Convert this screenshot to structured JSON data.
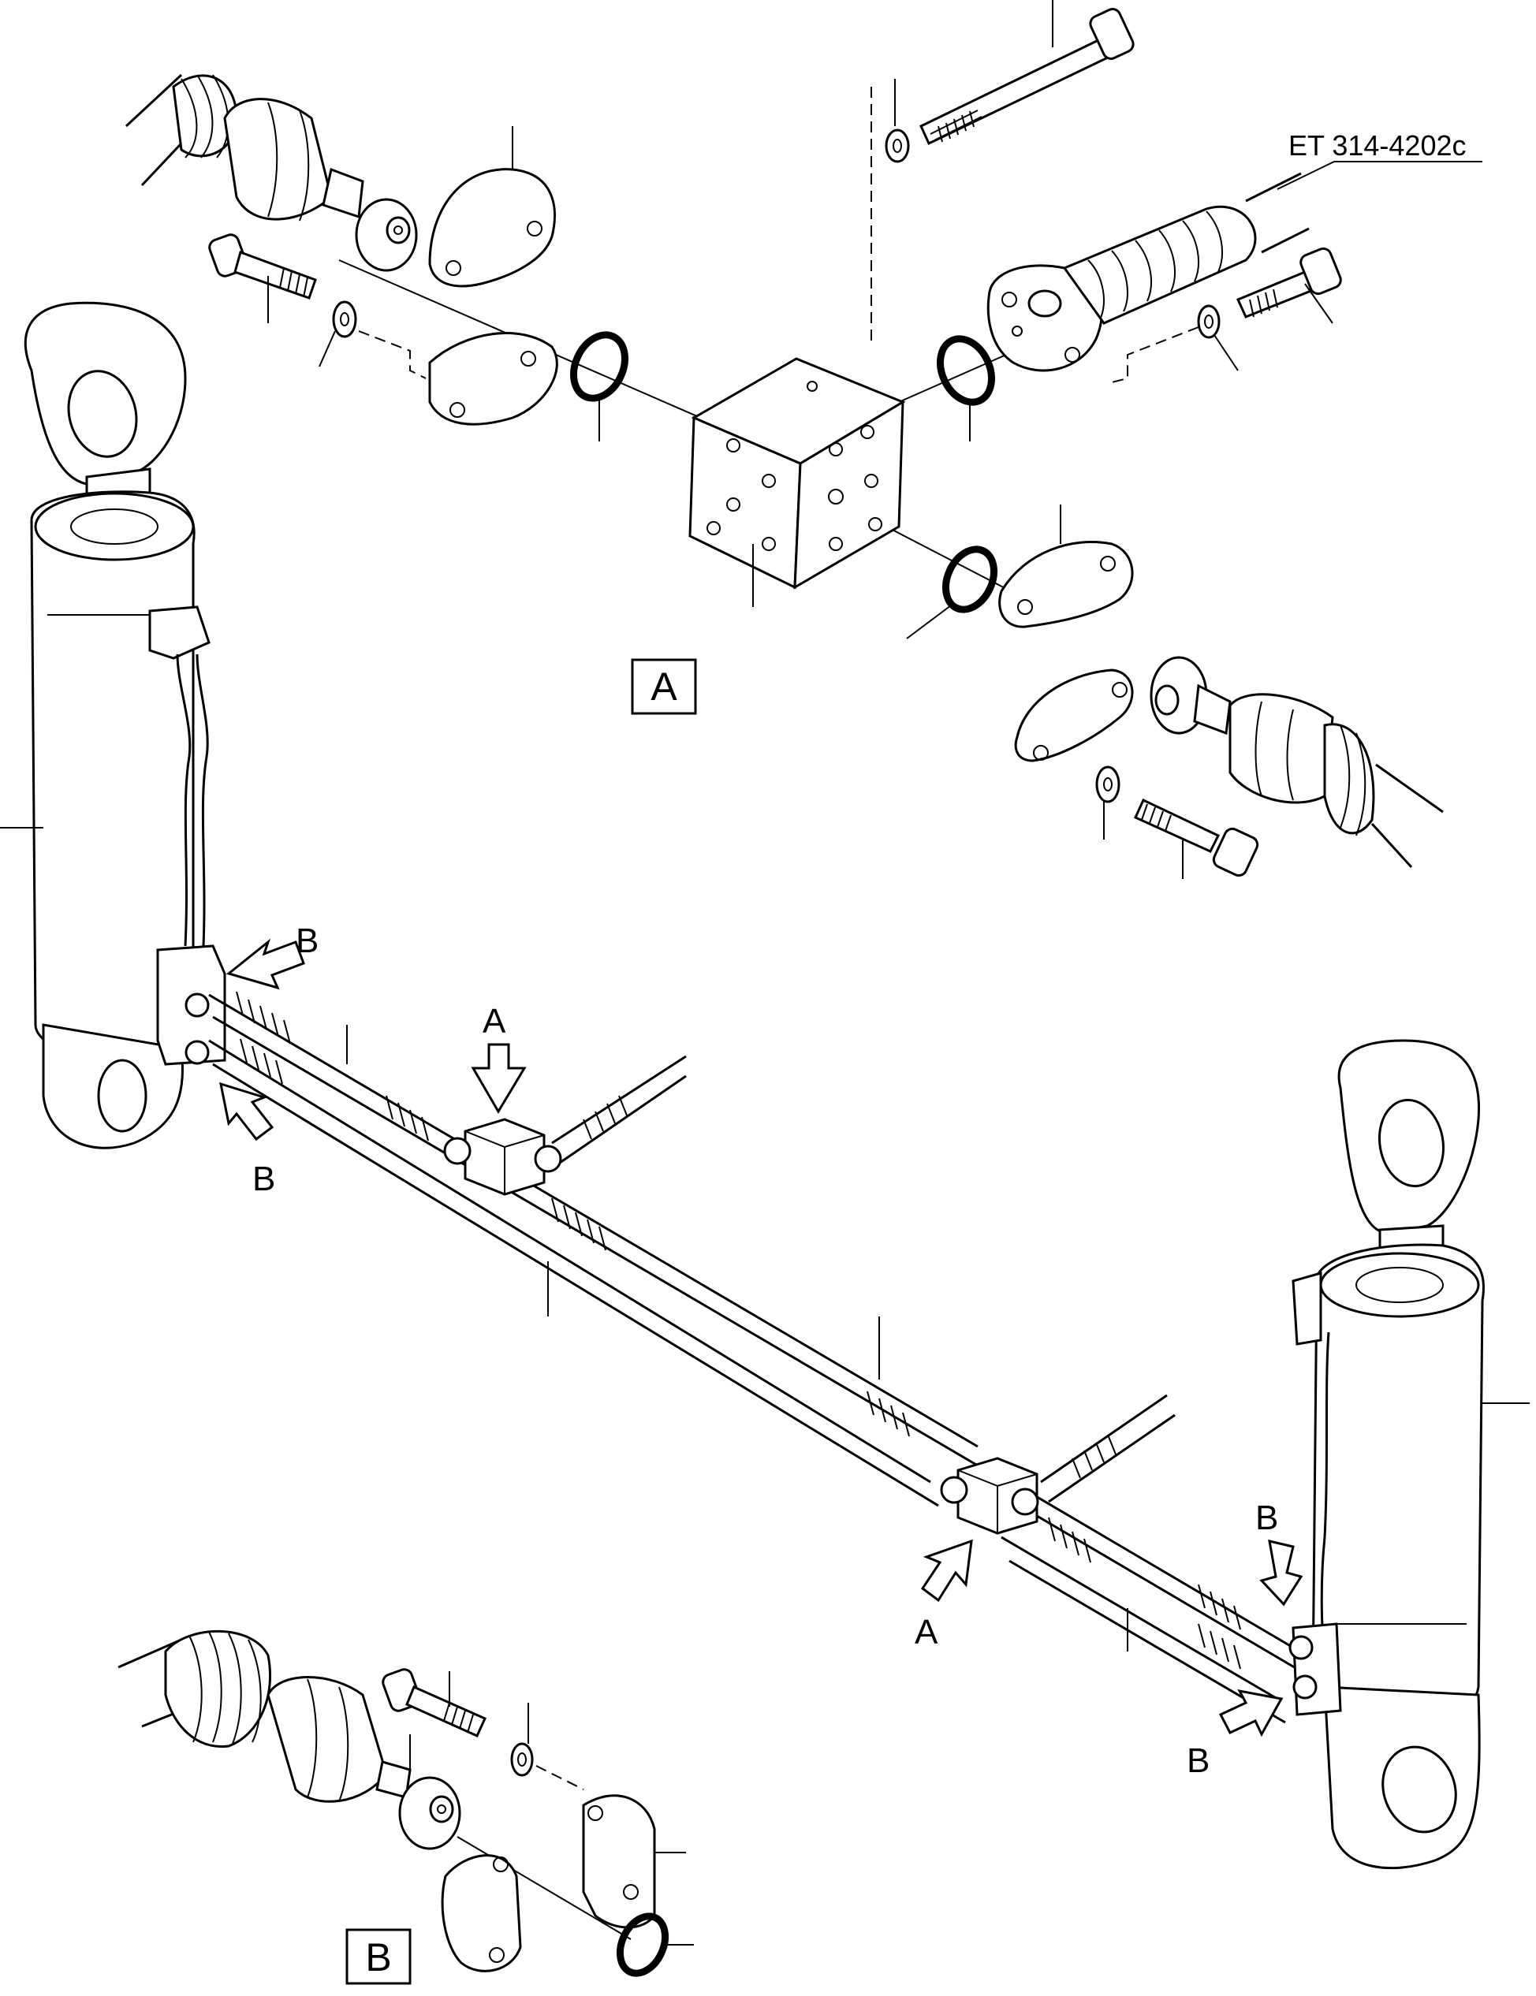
{
  "reference": {
    "code": "ET 314-4202c"
  },
  "detail_boxes": {
    "a": "A",
    "b": "B"
  },
  "callouts": {
    "a": "A",
    "b": "B"
  },
  "icons": [
    "hydraulic-cylinder-icon",
    "valve-block-icon",
    "hose-icon",
    "o-ring-icon",
    "flange-clamp-icon",
    "bolt-icon",
    "washer-icon",
    "pointer-arrow-icon"
  ]
}
